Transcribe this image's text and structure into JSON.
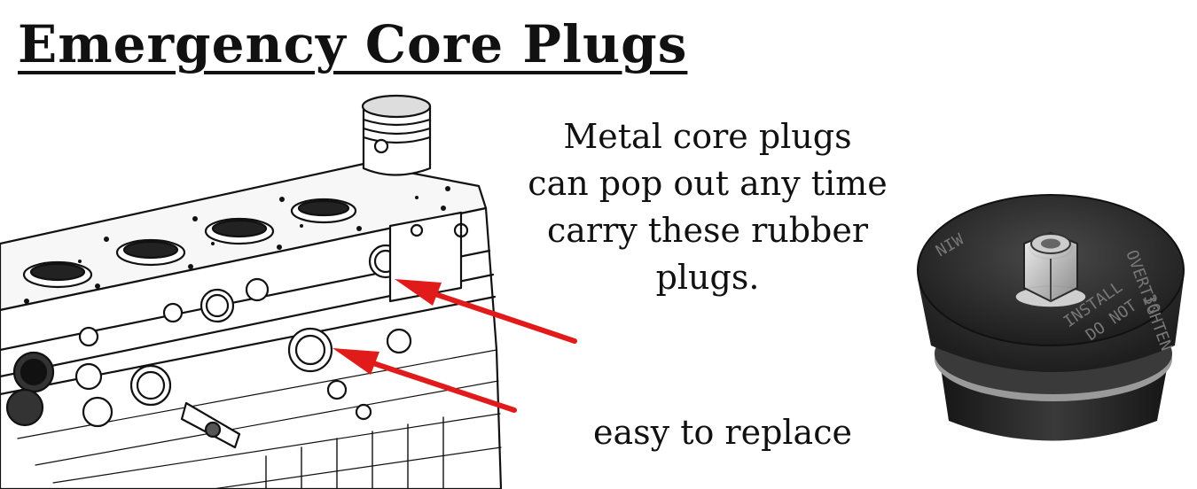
{
  "title": "Emergency Core Plugs",
  "warning": {
    "lines": [
      "Metal core plugs",
      "can pop out any time",
      "carry these rubber",
      "plugs."
    ]
  },
  "caption": "easy to replace",
  "plug_embossed": [
    "INSTALL",
    "DO NOT",
    "OVERTIGHTEN",
    "30",
    "NIW"
  ],
  "colors": {
    "text": "#111111",
    "arrow": "#e11a1a",
    "rubber": "#2a2a2a"
  },
  "icons": [
    "engine-block-illustration",
    "rubber-core-plug-photo",
    "arrow-icon"
  ]
}
